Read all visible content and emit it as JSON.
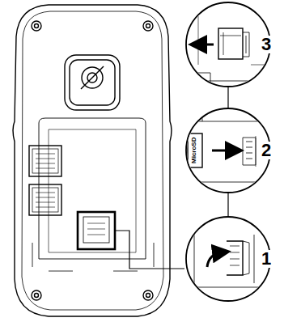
{
  "diagram": {
    "labels": [
      "3",
      "MicroSD",
      "2",
      "1"
    ]
  }
}
